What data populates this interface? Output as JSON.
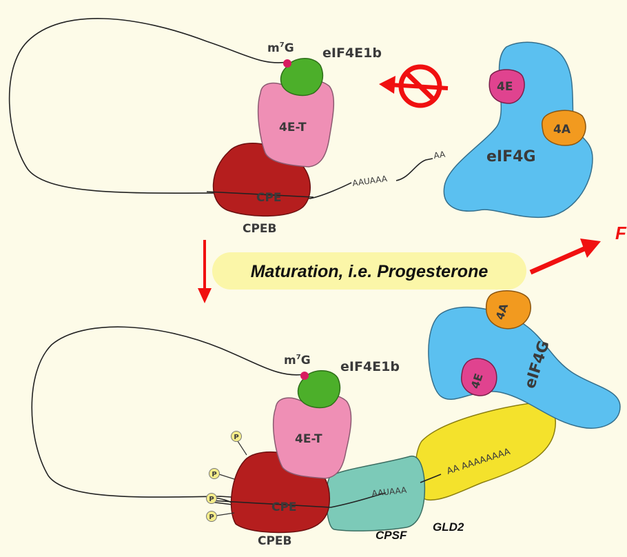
{
  "top_panel": {
    "cap_label_base": "m",
    "cap_label_sup": "7",
    "cap_label_end": "G",
    "eif4e1b_label": "eIF4E1b",
    "t4e_label": "4E-T",
    "cpeb_label": "CPEB",
    "cpe_label": "CPE",
    "aauaaa_label": "AAUAAA",
    "aa_label": "AA",
    "eif4g_label": "eIF4G",
    "e4_label": "4E",
    "a4_label": "4A"
  },
  "middle": {
    "maturation_label": "Maturation, i.e. Progesterone",
    "cut_letter": "F"
  },
  "bottom_panel": {
    "cap_label_base": "m",
    "cap_label_sup": "7",
    "cap_label_end": "G",
    "eif4e1b_label": "eIF4E1b",
    "t4e_label": "4E-T",
    "cpeb_label": "CPEB",
    "cpe_label": "CPE",
    "aauaaa_label": "AAUAAA",
    "polya_label": "AA AAAAAAAA",
    "cpsf_label": "CPSF",
    "gld2_label": "GLD2",
    "eif4g_label": "eIF4G",
    "e4_label": "4E",
    "a4_label": "4A",
    "phospho_label": "P"
  },
  "colors": {
    "background": "#fdfbe8",
    "eif4e1b": "#4caf2a",
    "t4e": "#ef8fb5",
    "cpeb": "#b51e1e",
    "eif4g": "#5bc0f0",
    "e4": "#e0438f",
    "a4": "#f29a1f",
    "cpsf": "#7ccab8",
    "gld2": "#f4e22c",
    "cap": "#d81b60",
    "arrow": "#f01010",
    "maturation_pill": "#fbf6a8",
    "phospho": "#f4ec8a"
  }
}
